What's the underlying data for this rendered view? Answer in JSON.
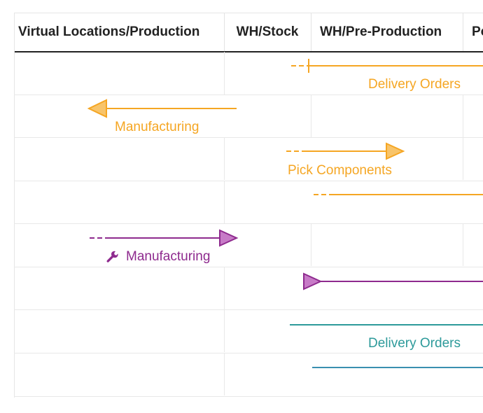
{
  "columns": [
    "Virtual Locations/Production",
    "WH/Stock",
    "WH/Pre-Production",
    "Post-Production"
  ],
  "routes": {
    "delivery_orders_top": "Delivery Orders",
    "manufacturing_1": "Manufacturing",
    "pick_components": "Pick Components",
    "manufacturing_2": "Manufacturing",
    "delivery_orders_bottom": "Delivery Orders"
  },
  "colors": {
    "orange": "#f5a623",
    "purple": "#8e2a8e",
    "purple_fill": "#c77bc7",
    "teal": "#2d9a9a",
    "header_text": "#222222",
    "grid": "#e8e8e8"
  },
  "icons": {
    "manufacturing_2": "wrench-icon"
  }
}
